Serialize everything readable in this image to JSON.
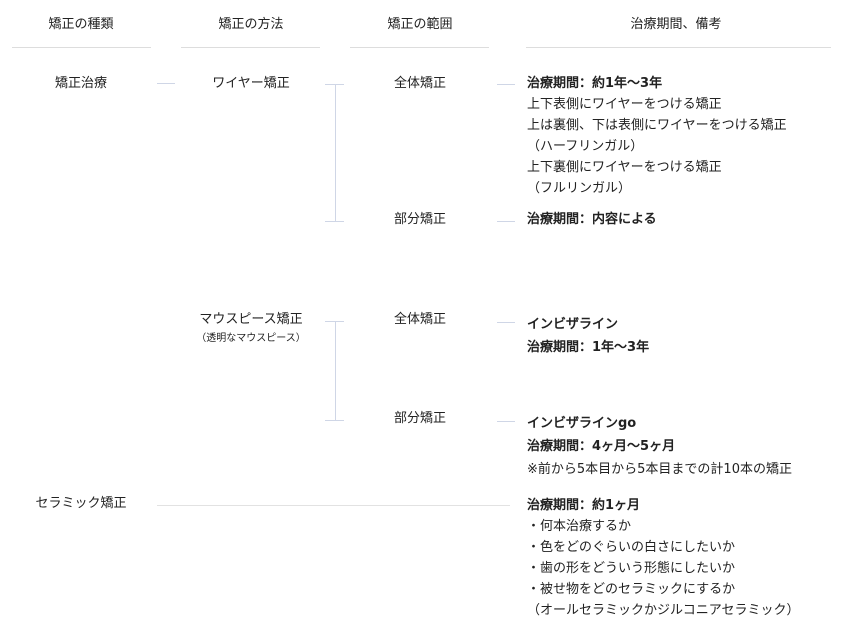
{
  "headers": [
    "矯正の種類",
    "矯正の方法",
    "矯正の範囲",
    "治療期間、備考"
  ],
  "rows": {
    "ortho": "矯正治療",
    "wire": {
      "method": "ワイヤー矯正",
      "full": {
        "range": "全体矯正",
        "period": "治療期間：約1年〜3年",
        "notes": [
          "上下表側にワイヤーをつける矯正",
          "上は裏側、下は表側にワイヤーをつける矯正",
          "（ハーフリンガル）",
          "上下裏側にワイヤーをつける矯正",
          "（フルリンガル）"
        ]
      },
      "partial": {
        "range": "部分矯正",
        "period": "治療期間：内容による"
      }
    },
    "mouth": {
      "method": "マウスピース矯正",
      "sub": "（透明なマウスピース）",
      "full": {
        "range": "全体矯正",
        "name": "インビザライン",
        "period": "治療期間：1年〜3年"
      },
      "partial": {
        "range": "部分矯正",
        "name": "インビザラインgo",
        "period": "治療期間：4ヶ月〜5ヶ月",
        "note": "※前から5本目から5本目までの計10本の矯正"
      }
    },
    "ceramic": {
      "type": "セラミック矯正",
      "period": "治療期間：約1ヶ月",
      "notes": [
        "・何本治療するか",
        "・色をどのぐらいの白さにしたいか",
        "・歯の形をどういう形態にしたいか",
        "・被せ物をどのセラミックにするか",
        "（オールセラミックかジルコニアセラミック）"
      ]
    }
  }
}
